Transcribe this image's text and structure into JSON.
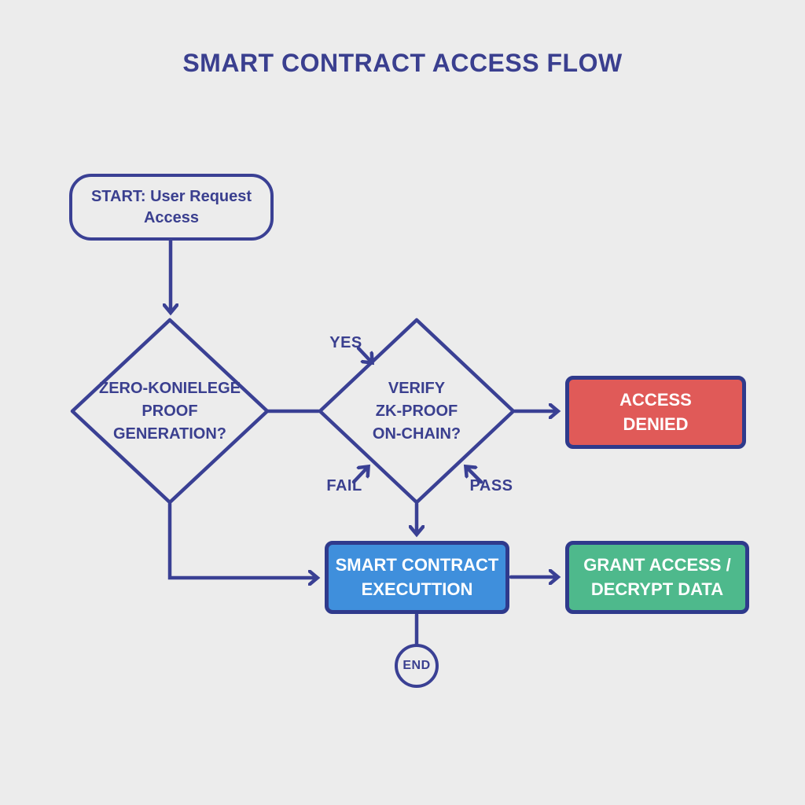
{
  "title": "SMART CONTRACT ACCESS FLOW",
  "colors": {
    "background": "#ECECEC",
    "line": "#3A4094",
    "navy_text": "#3A3F8F",
    "box_border": "#2F3A8C",
    "denied_fill": "#E05A58",
    "execution_fill": "#3F8FDC",
    "grant_fill": "#4EB98C",
    "node_text_light": "#FFFFFF"
  },
  "nodes": {
    "start": {
      "type": "terminator",
      "label": "START: User Request\nAccess"
    },
    "proof_generation": {
      "type": "decision",
      "label": "ZERO-KONIELEGE\nPROOF\nGENERATION?"
    },
    "verify": {
      "type": "decision",
      "label": "VERIFY\nZK-PROOF\nON-CHAIN?"
    },
    "denied": {
      "type": "process",
      "label": "ACCESS\nDENIED"
    },
    "execution": {
      "type": "process",
      "label": "SMART CONTRACT\nEXECUTTION"
    },
    "grant": {
      "type": "process",
      "label": "GRANT ACCESS /\nDECRYPT DATA"
    },
    "end": {
      "type": "terminator",
      "label": "END"
    }
  },
  "edge_labels": {
    "yes": "YES",
    "fail": "FAIL",
    "pass": "PASS"
  }
}
